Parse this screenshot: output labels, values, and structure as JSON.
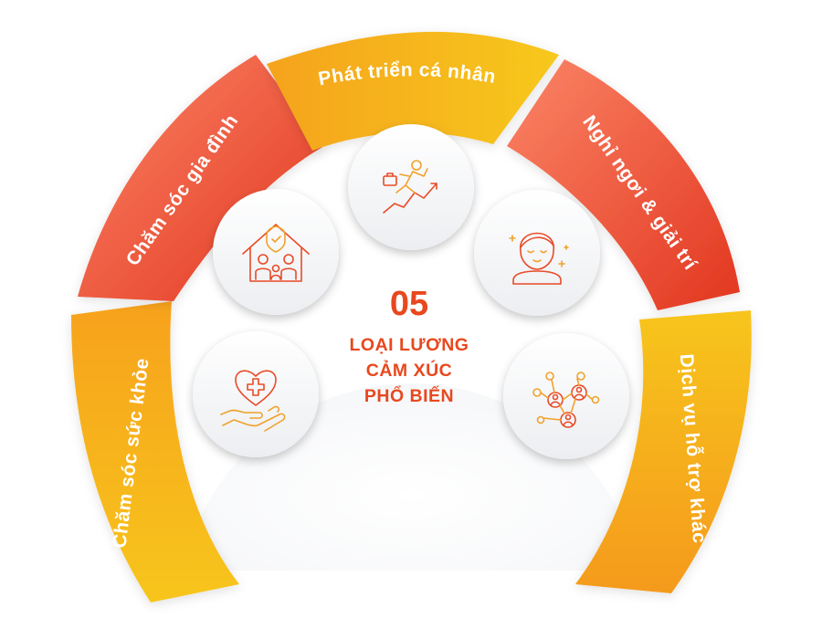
{
  "center": {
    "number": "05",
    "line1": "LOẠI LƯƠNG",
    "line2": "CẢM XÚC",
    "line3": "PHỔ BIẾN"
  },
  "segments": [
    {
      "label": "Chăm sóc sức khỏe",
      "icon": "heart-hand-icon"
    },
    {
      "label": "Chăm sóc gia đình",
      "icon": "family-house-icon"
    },
    {
      "label": "Phát triển cá nhân",
      "icon": "climbing-person-icon"
    },
    {
      "label": "Nghỉ ngơi & giải trí",
      "icon": "relaxing-person-icon"
    },
    {
      "label": "Dịch vụ hỗ trợ khác",
      "icon": "network-icon"
    }
  ],
  "colors": {
    "accent": "#e8481f",
    "red_light": "#f97a5c",
    "red_dark": "#e23a23",
    "orange": "#f39c1b",
    "yellow": "#f6c21c",
    "icon_red": "#e94a27",
    "icon_orange": "#f0a22c"
  }
}
